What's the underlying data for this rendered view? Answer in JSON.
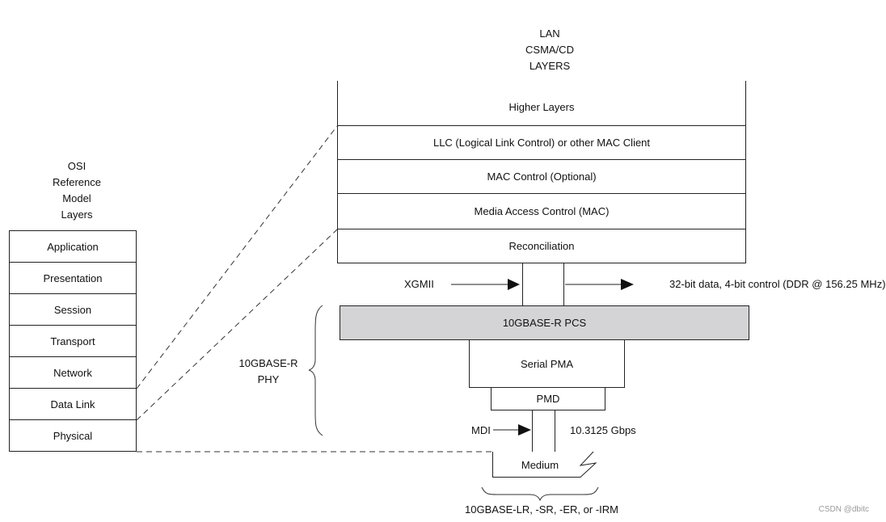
{
  "lan_header": [
    "LAN",
    "CSMA/CD",
    "LAYERS"
  ],
  "osi_header": [
    "OSI",
    "Reference",
    "Model",
    "Layers"
  ],
  "osi_layers": [
    "Application",
    "Presentation",
    "Session",
    "Transport",
    "Network",
    "Data Link",
    "Physical"
  ],
  "lan_layers": [
    "Higher Layers",
    "LLC (Logical Link Control) or other MAC Client",
    "MAC Control (Optional)",
    "Media Access Control (MAC)",
    "Reconciliation"
  ],
  "xgmii": {
    "label": "XGMII",
    "note": "32-bit data, 4-bit control (DDR @ 156.25 MHz)"
  },
  "phy": {
    "label": [
      "10GBASE-R",
      "PHY"
    ],
    "pcs": "10GBASE-R PCS",
    "pma": "Serial PMA",
    "pmd": "PMD"
  },
  "mdi": {
    "label": "MDI",
    "rate": "10.3125 Gbps"
  },
  "medium": {
    "label": "Medium",
    "variants": "10GBASE-LR, -SR, -ER, or -IRM"
  },
  "colors": {
    "pcs_fill": "#d4d4d6",
    "line": "#222222"
  },
  "watermark": "CSDN @dbitc"
}
